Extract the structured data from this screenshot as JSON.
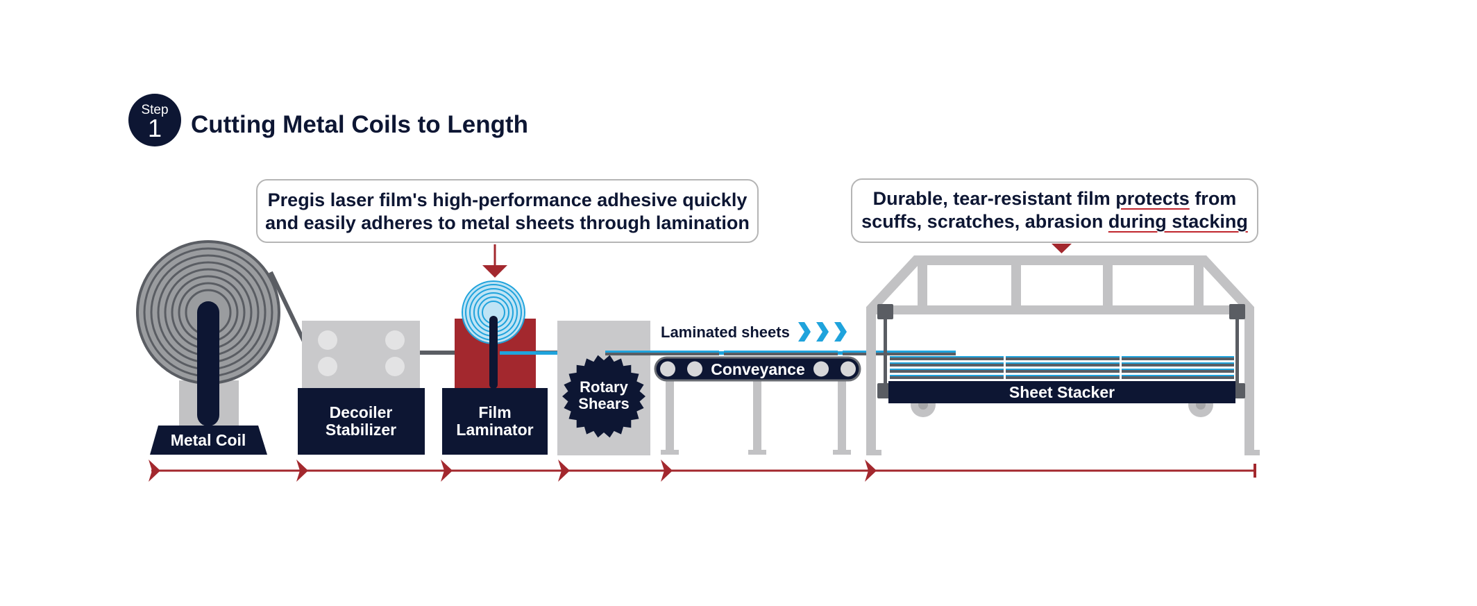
{
  "step": {
    "word": "Step",
    "number": "1"
  },
  "title": "Cutting Metal Coils to Length",
  "callouts": {
    "left": {
      "line1": "Pregis laser film's high-performance adhesive quickly",
      "line2": "and easily adheres to metal sheets through lamination"
    },
    "right": {
      "line1_a": "Durable, tear-resistant film ",
      "line1_b": "protects",
      "line1_c": " from",
      "line2_a": "scuffs, scratches, abrasion ",
      "line2_b": "during stacking"
    }
  },
  "stations": {
    "metal_coil": "Metal Coil",
    "decoiler_line1": "Decoiler",
    "decoiler_line2": "Stabilizer",
    "laminator_line1": "Film",
    "laminator_line2": "Laminator",
    "shears_line1": "Rotary",
    "shears_line2": "Shears",
    "conveyance": "Conveyance",
    "stacker": "Sheet Stacker",
    "laminated_sheets": "Laminated sheets"
  },
  "colors": {
    "navy": "#0d1633",
    "red": "#a3282e",
    "gray": "#bdbdbf",
    "dark_gray": "#5a5d63",
    "blue": "#1fa3dc"
  }
}
